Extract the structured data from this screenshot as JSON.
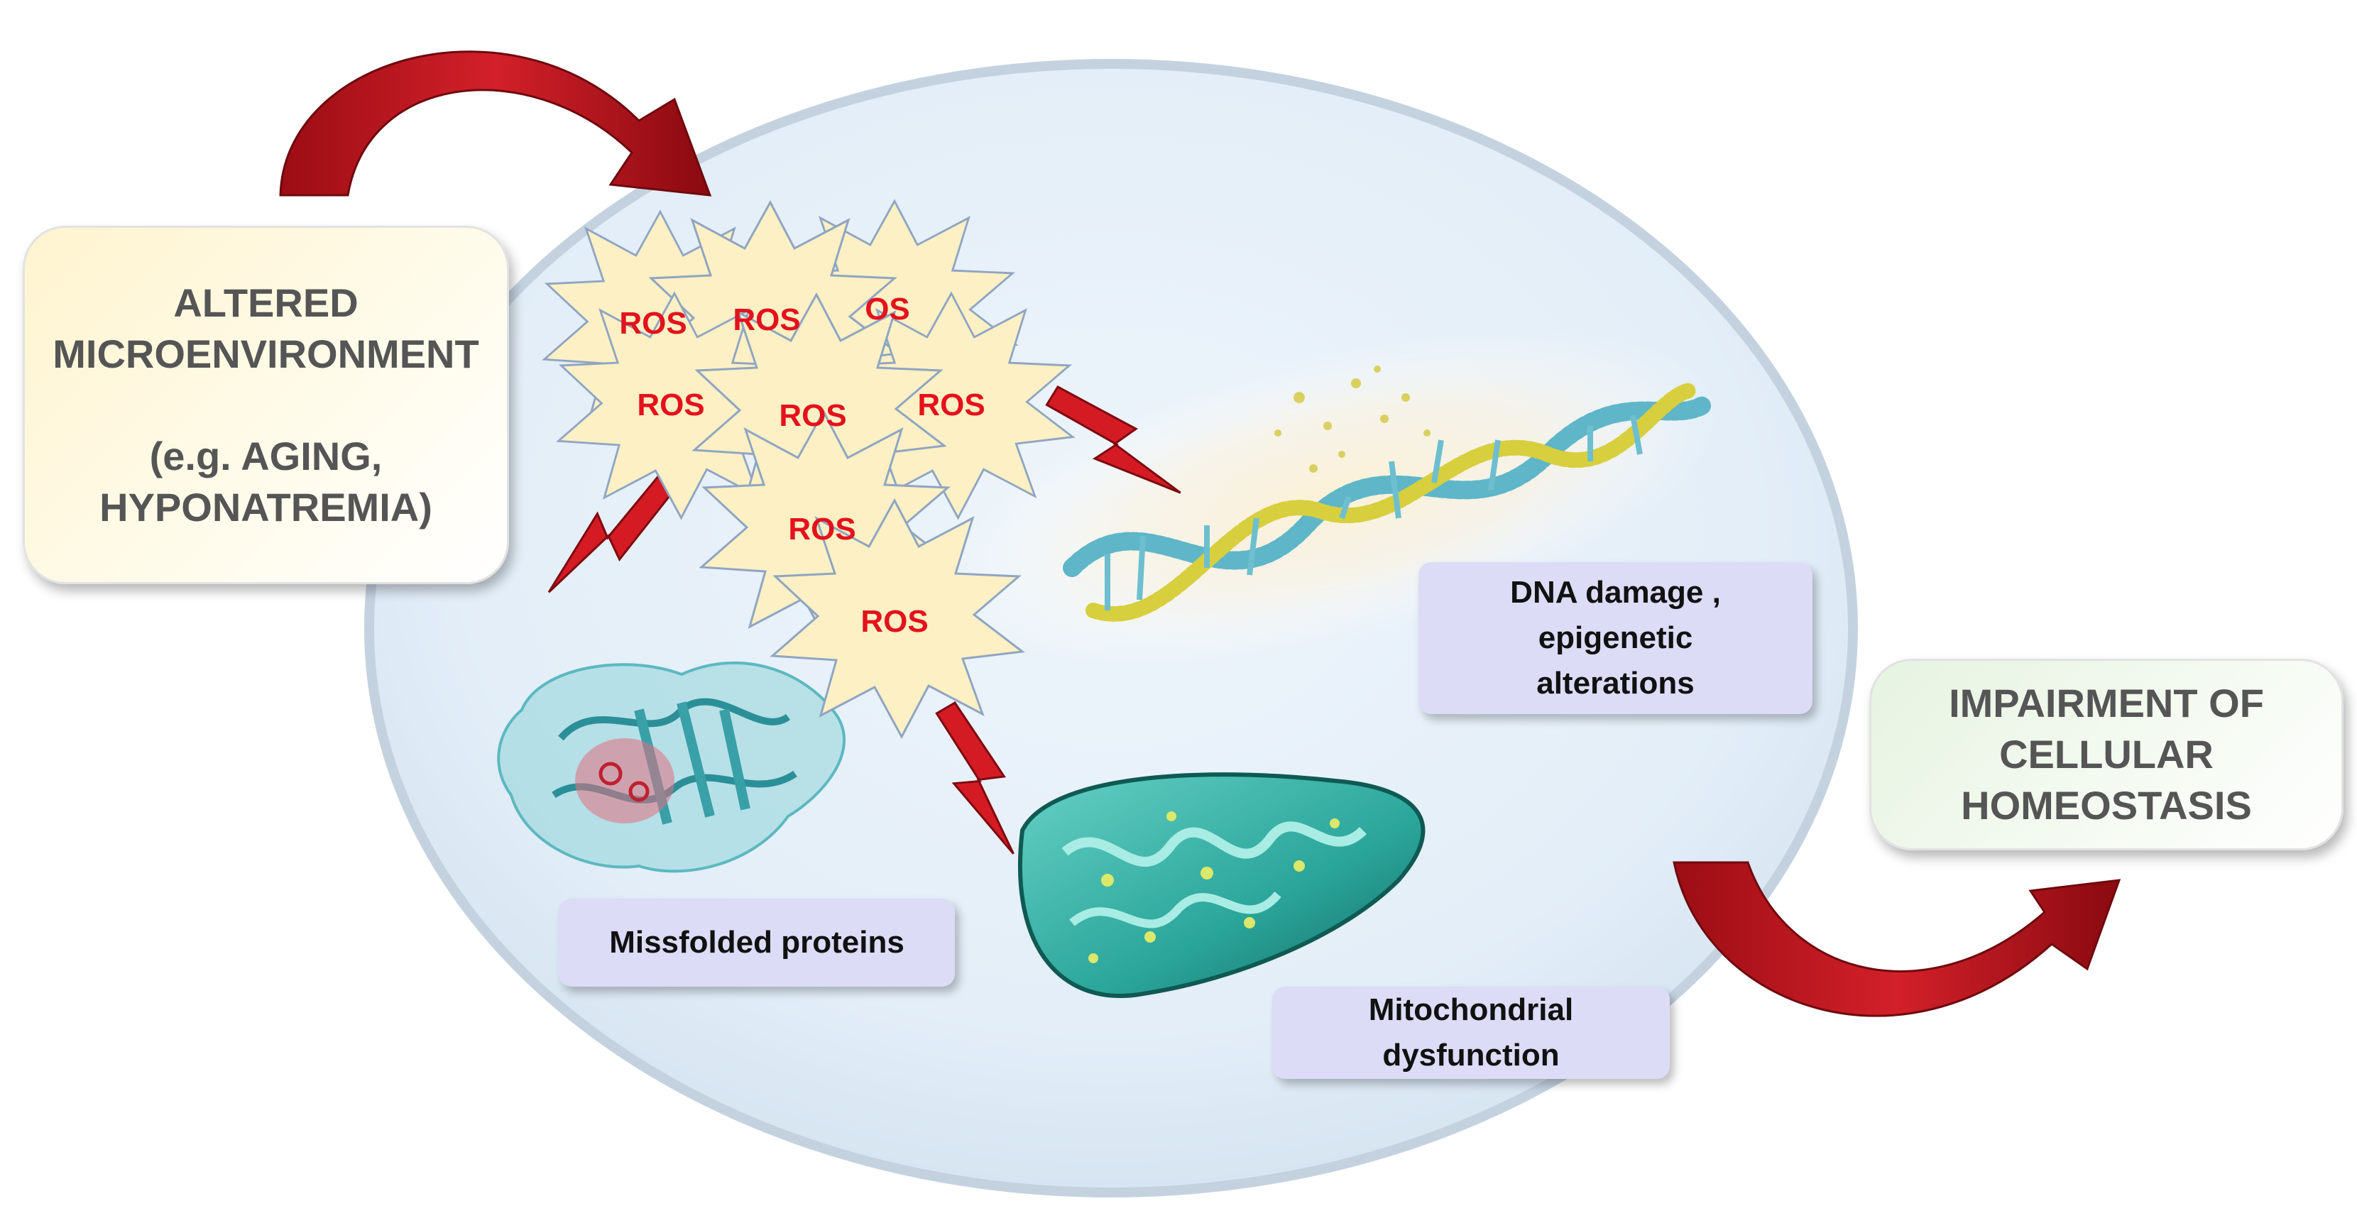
{
  "boxes": {
    "altered": "ALTERED\nMICROENVIRONMENT\n\n(e.g. AGING,\nHYPONATREMIA)",
    "impairment": "IMPAIRMENT OF\nCELLULAR\nHOMEOSTASIS"
  },
  "labels": {
    "proteins": "Missfolded  proteins",
    "dna": "DNA damage ,\nepigenetic\nalterations",
    "mitochondria": "Mitochondrial\ndysfunction"
  },
  "ros": [
    "ROS",
    "ROS",
    "OS",
    "ROS",
    "ROS",
    "ROS",
    "ROS",
    "ROS"
  ],
  "colors": {
    "cell_fill": "#e8f1f9",
    "ros_fill": "#fdf0c4",
    "ros_text": "#e3121d",
    "arrow_red": "#c1121a",
    "label_fill": "#dcdcf7",
    "dna_blue": "#5eb6c8",
    "dna_yellow": "#d7cf3e",
    "mito_teal": "#2aa59a"
  },
  "icons": [
    "curved-arrow-icon",
    "lightning-bolt-icon",
    "dna-helix-icon",
    "protein-structure-icon",
    "mitochondrion-icon",
    "ros-burst-icon"
  ]
}
